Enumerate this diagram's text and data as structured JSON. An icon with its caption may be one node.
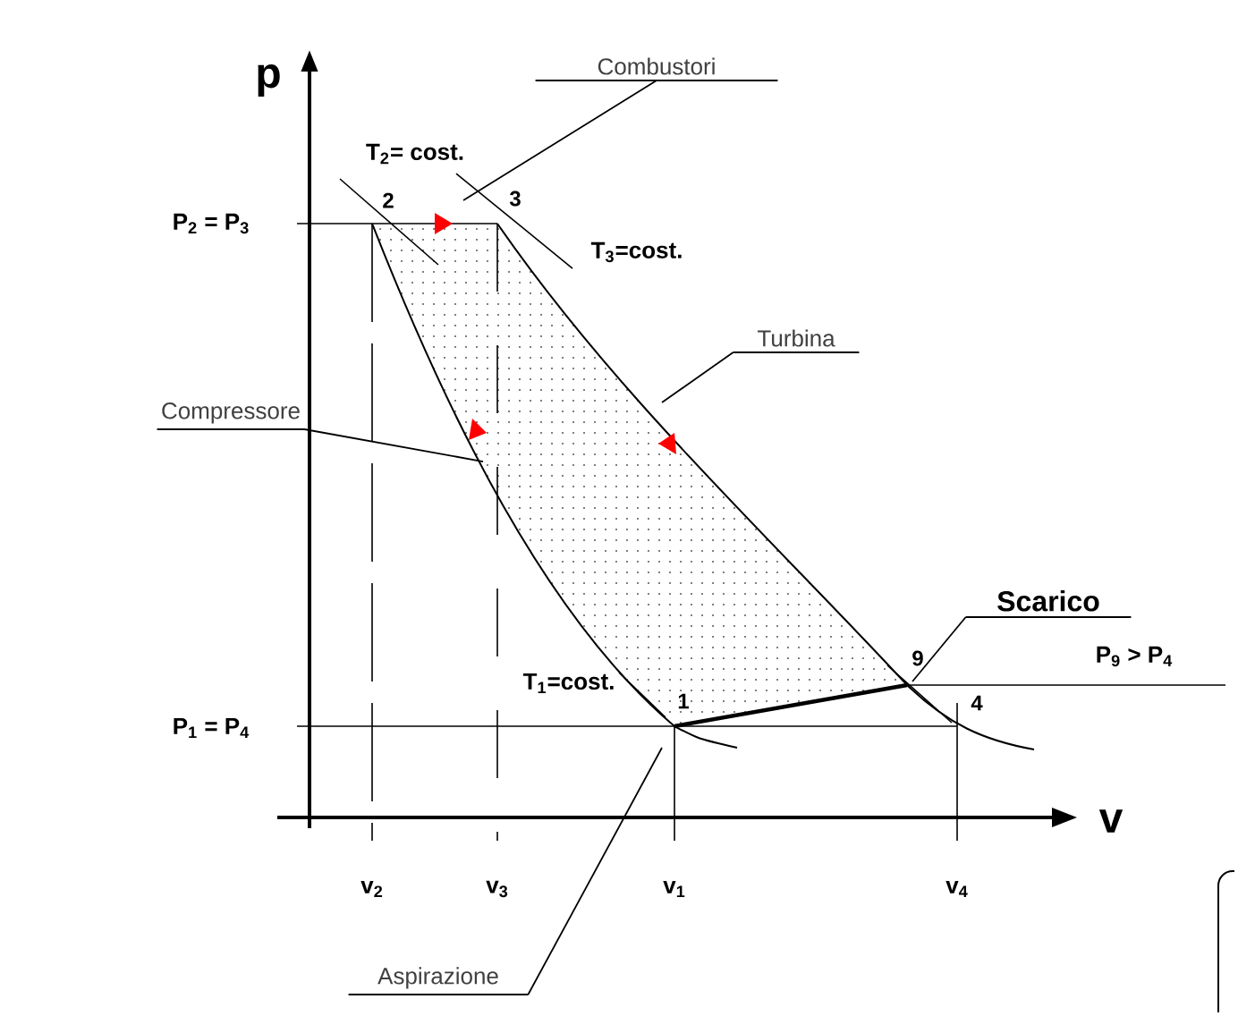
{
  "diagram": {
    "nodes": [
      {
        "text": [
          "Combustori"
        ]
      },
      {
        "text": [
          "Turbina"
        ]
      },
      {
        "text": [
          "Compressore"
        ]
      },
      {
        "text": [
          "Scarico"
        ]
      },
      {
        "text": [
          "Aspirazione"
        ]
      }
    ],
    "edges": [
      {
        "from": 0,
        "to": null,
        "arrow": "none"
      },
      {
        "from": 1,
        "to": null,
        "arrow": "none"
      },
      {
        "from": 2,
        "to": null,
        "arrow": "none"
      },
      {
        "from": 3,
        "to": null,
        "arrow": "none"
      },
      {
        "from": 4,
        "to": null,
        "arrow": "none"
      }
    ],
    "labels": [
      "p",
      "v",
      "T$_{2}$= cost.",
      "2",
      "3",
      "P$_{2}$ = P$_{3}$",
      "T$_{3}$=cost.",
      "T$_{1}$=cost.",
      "9",
      "P$_{9}$ > P$_{4}$",
      "1",
      "4",
      "P$_{1}$ = P$_{4}$",
      "v$_{2}$",
      "v$_{3}$",
      "v$_{1}$",
      "v$_{4}$"
    ]
  }
}
